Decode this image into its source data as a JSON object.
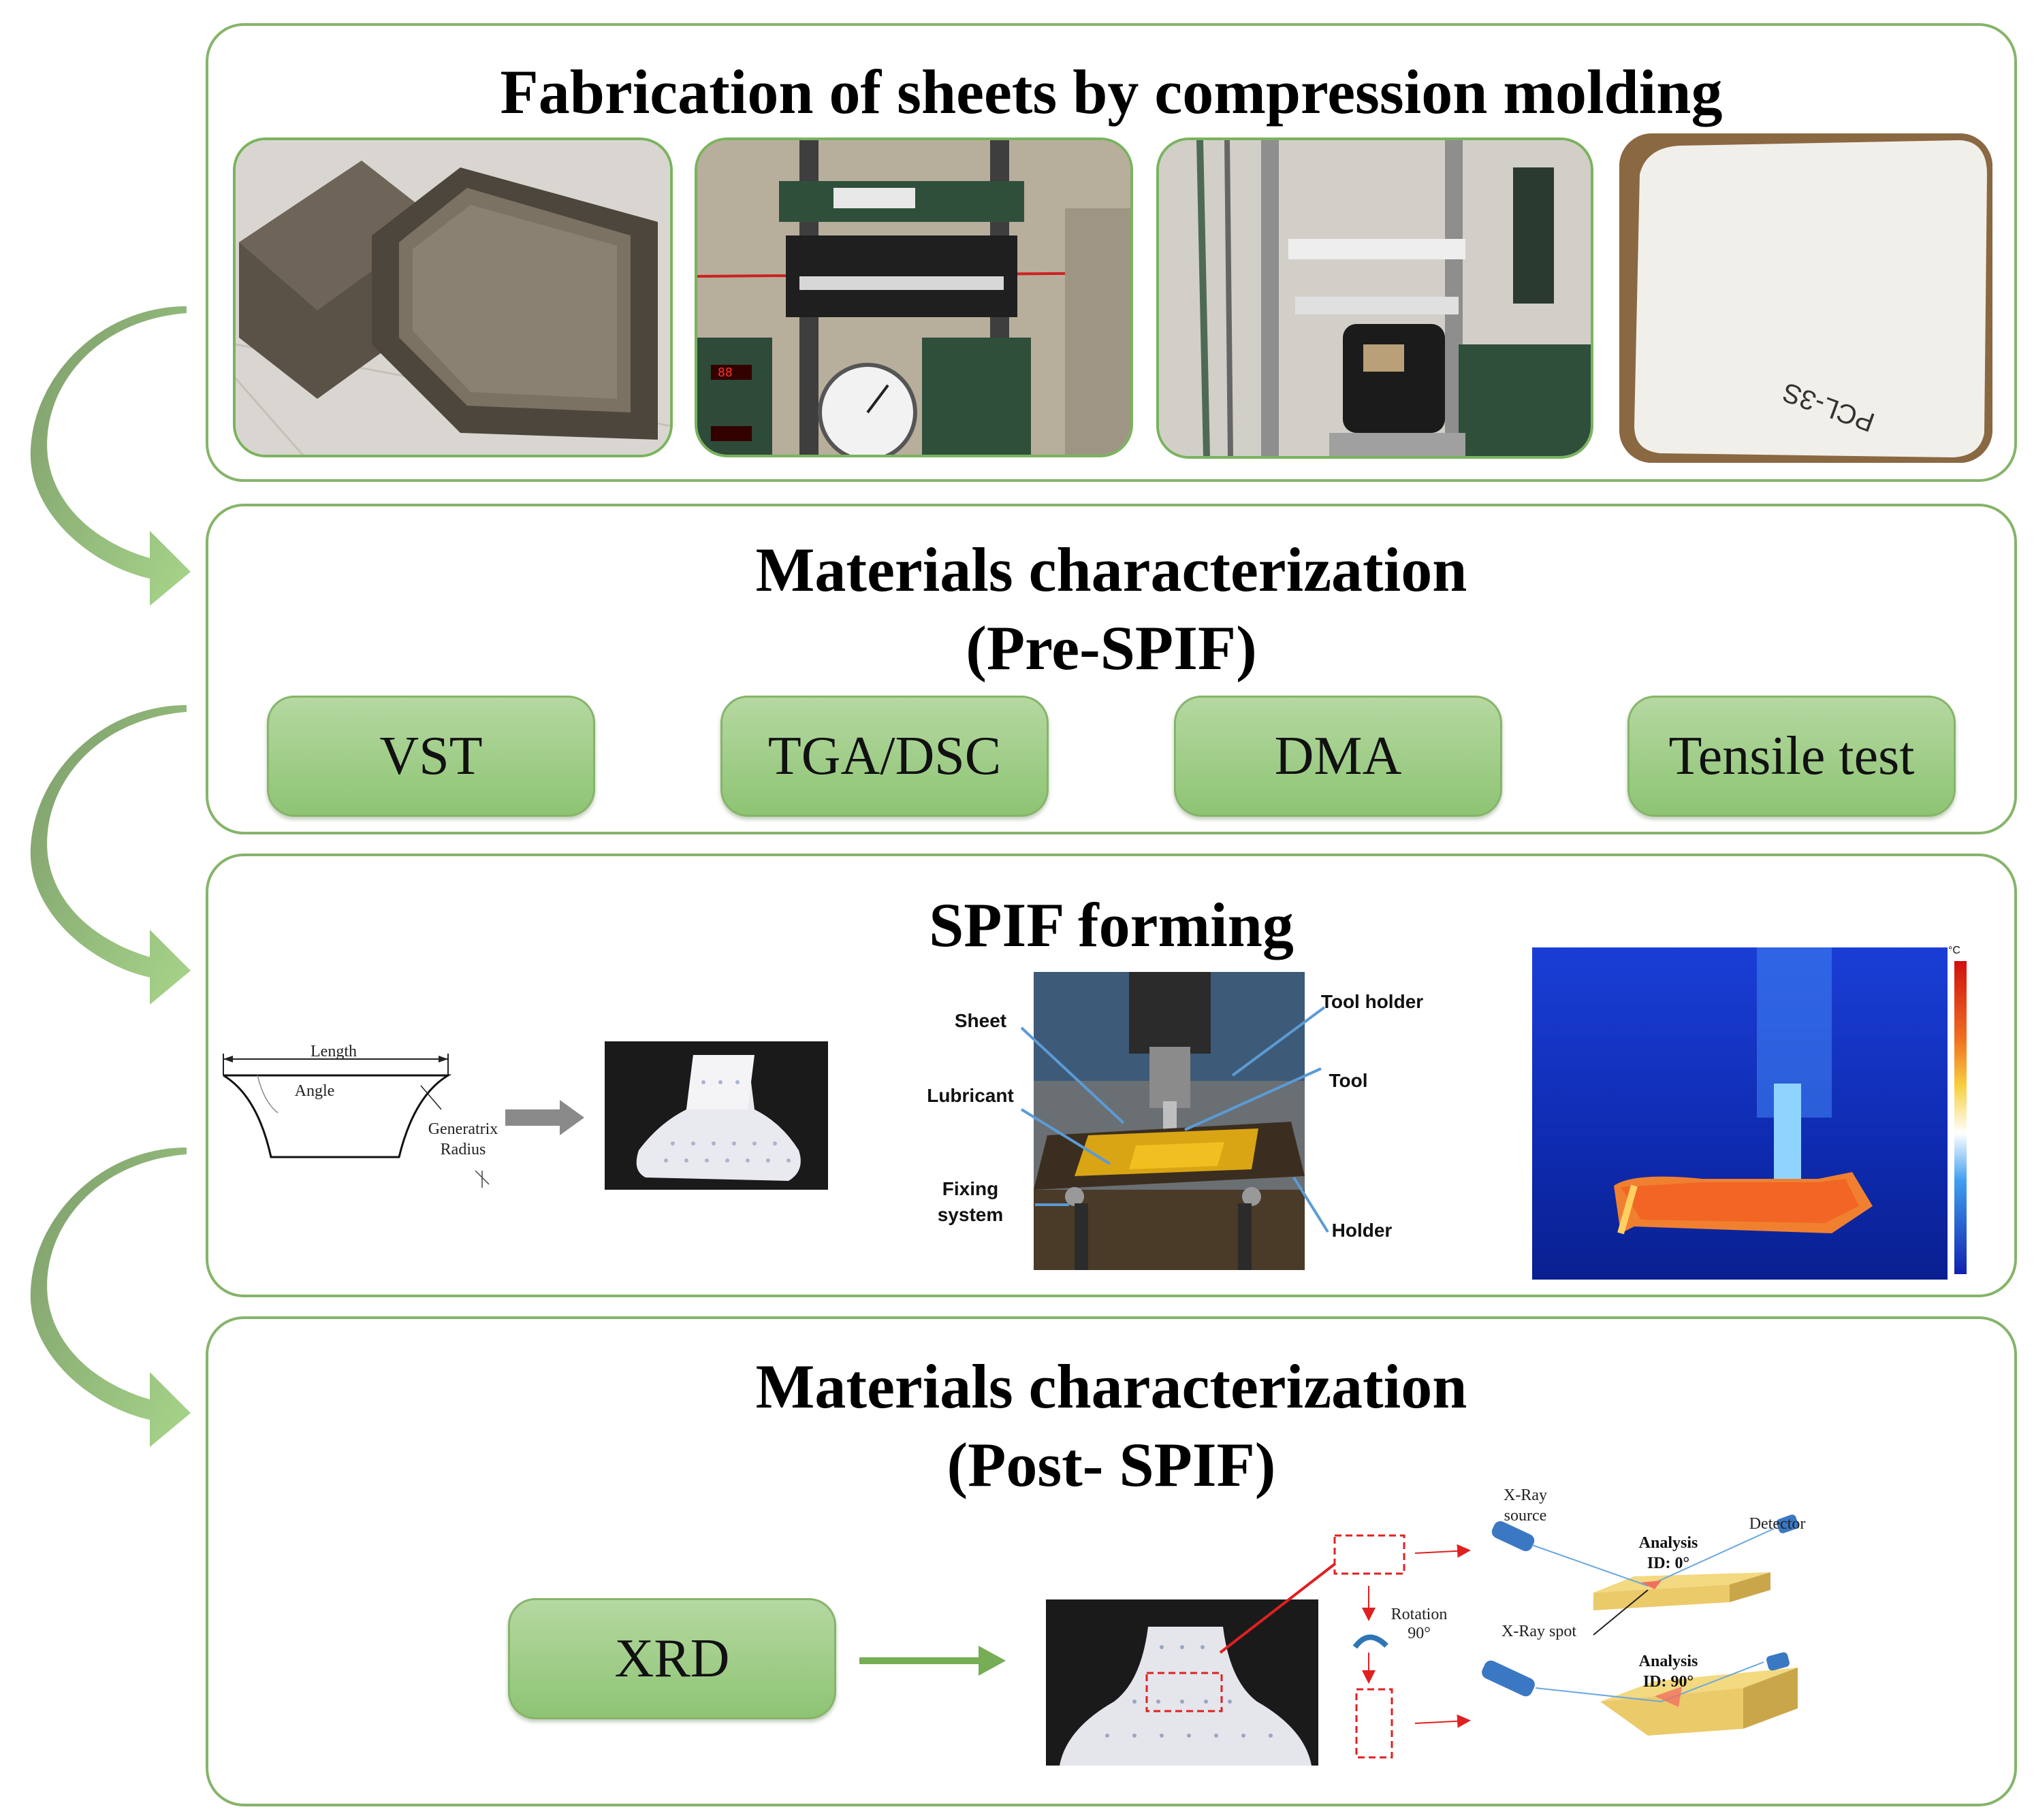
{
  "panels": {
    "fabrication": {
      "title": "Fabrication of sheets by compression molding"
    },
    "pre": {
      "title": "Materials characterization\n(Pre-SPIF)",
      "tests": [
        "VST",
        "TGA/DSC",
        "DMA",
        "Tensile test"
      ]
    },
    "spif": {
      "title": "SPIF forming",
      "geometry_labels": {
        "length": "Length",
        "angle": "Angle",
        "generatrix": "Generatrix\nRadius"
      },
      "setup_labels": {
        "sheet": "Sheet",
        "lubricant": "Lubricant",
        "fixing": "Fixing\nsystem",
        "tool_holder": "Tool holder",
        "tool": "Tool",
        "holder": "Holder"
      },
      "thermal_unit": "°C"
    },
    "post": {
      "title": "Materials characterization\n(Post- SPIF)",
      "test": "XRD",
      "xrd_labels": {
        "source": "X-Ray\nsource",
        "detector": "Detector",
        "analysis0": "Analysis\nID: 0°",
        "spot": "X-Ray spot",
        "rotation": "Rotation\n90°",
        "analysis90": "Analysis\nID: 90°"
      }
    }
  },
  "sheet_marking": "PCL-3S",
  "colors": {
    "accent_green": "#86b46a",
    "button_green": "#9fcd86",
    "arrow_green": "#76ad55",
    "dashed_red": "#e02020"
  }
}
